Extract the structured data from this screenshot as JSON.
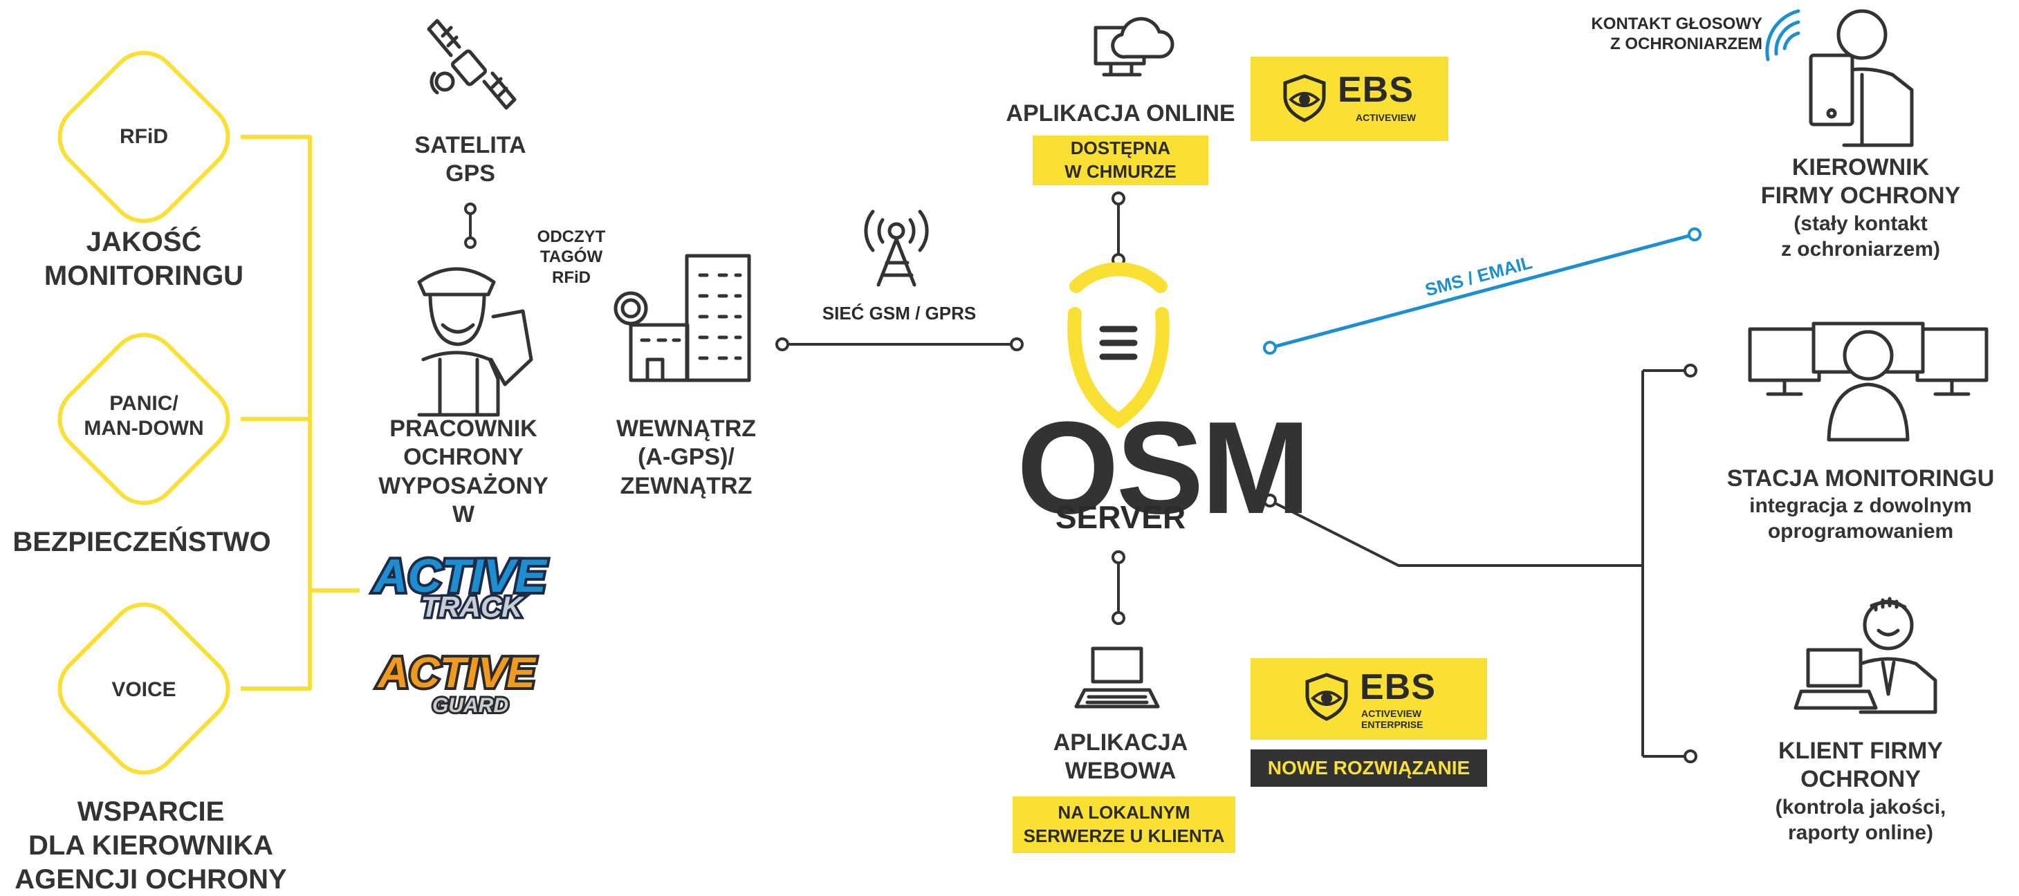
{
  "left": {
    "diamonds": [
      "RFiD",
      "PANIC/\nMAN-DOWN",
      "VOICE"
    ],
    "quality": "JAKOŚĆ\nMONITORINGU",
    "security": "BEZPIECZEŃSTWO",
    "support": "WSPARCIE\nDLA KIEROWNIKA\nAGENCJI OCHRONY"
  },
  "gps": {
    "label": "SATELITA\nGPS"
  },
  "guard": {
    "label": "PRACOWNIK\nOCHRONY\nWYPOSAŻONY\nW"
  },
  "rfid_read": "ODCZYT\nTAGÓW\nRFiD",
  "building": {
    "label": "WEWNĄTRZ\n(A-GPS)/\nZEWNĄTRZ"
  },
  "gsm": "SIEĆ GSM / GPRS",
  "logos": {
    "active_track": [
      "ACTIVE",
      "TRACK"
    ],
    "active_guard": [
      "ACTIVE",
      "GUARD"
    ]
  },
  "online_app": {
    "label": "APLIKACJA ONLINE",
    "tag": "DOSTĘPNA\nW CHMURZE"
  },
  "ebs1": {
    "name": "EBS",
    "sub": "ACTIVEVIEW"
  },
  "server": {
    "name": "OSM",
    "sub": "SERVER"
  },
  "web_app": {
    "label": "APLIKACJA\nWEBOWA",
    "tag": "NA LOKALNYM\nSERWERZE U KLIENTA"
  },
  "ebs2": {
    "name": "EBS",
    "sub": "ACTIVEVIEW\nENTERPRISE",
    "tag": "NOWE ROZWIĄZANIE"
  },
  "sms": "SMS / EMAIL",
  "voice_contact": "KONTAKT GŁOSOWY\nZ OCHRONIARZEM",
  "manager": {
    "title": "KIEROWNIK\nFIRMY OCHRONY",
    "sub": "(stały kontakt\nz ochroniarzem)"
  },
  "station": {
    "title": "STACJA MONITORINGU",
    "sub": "integracja z dowolnym\noprogramowaniem"
  },
  "client": {
    "title": "KLIENT FIRMY\nOCHRONY",
    "sub": "(kontrola jakości,\nraporty online)"
  },
  "colors": {
    "yellow": "#f9e033",
    "dark": "#333333",
    "blue": "#1b8fd2",
    "orange": "#f39a1e"
  }
}
